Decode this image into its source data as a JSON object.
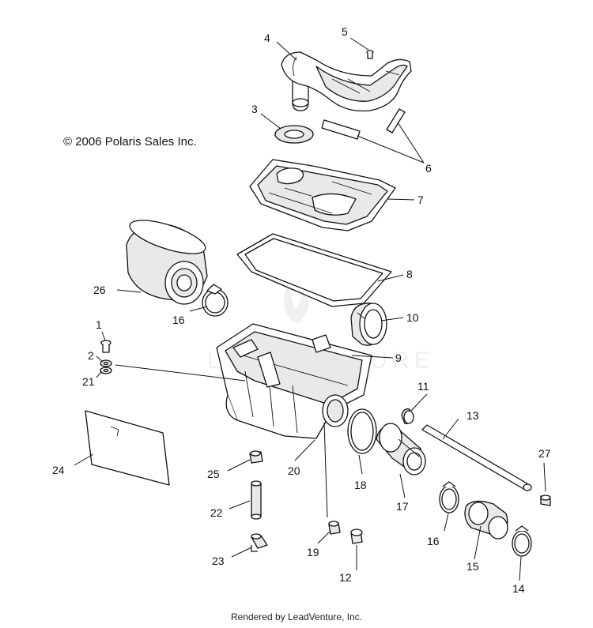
{
  "copyright": "© 2006 Polaris Sales Inc.",
  "footer": "Rendered by LeadVenture, Inc.",
  "watermark": "LEADVENTURE",
  "callouts": {
    "c1": "1",
    "c2": "2",
    "c3": "3",
    "c4": "4",
    "c5": "5",
    "c6": "6",
    "c7": "7",
    "c8": "8",
    "c9": "9",
    "c10": "10",
    "c11": "11",
    "c12": "12",
    "c13": "13",
    "c14": "14",
    "c15": "15",
    "c16a": "16",
    "c16b": "16",
    "c17": "17",
    "c18": "18",
    "c19": "19",
    "c20": "20",
    "c21": "21",
    "c22": "22",
    "c23": "23",
    "c24": "24",
    "c25": "25",
    "c26": "26",
    "c27": "27"
  },
  "parts": [
    {
      "key": "c1",
      "name": "screw"
    },
    {
      "key": "c2",
      "name": "washer"
    },
    {
      "key": "c3",
      "name": "seal-ring"
    },
    {
      "key": "c4",
      "name": "intake-duct"
    },
    {
      "key": "c5",
      "name": "screw"
    },
    {
      "key": "c6",
      "name": "foam-strip"
    },
    {
      "key": "c7",
      "name": "airbox-cover"
    },
    {
      "key": "c8",
      "name": "cover-gasket"
    },
    {
      "key": "c9",
      "name": "airbox-assembly"
    },
    {
      "key": "c10",
      "name": "outlet-adapter"
    },
    {
      "key": "c11",
      "name": "grommet"
    },
    {
      "key": "c12",
      "name": "bushing"
    },
    {
      "key": "c13",
      "name": "drain-tube"
    },
    {
      "key": "c14",
      "name": "hose-clamp"
    },
    {
      "key": "c15",
      "name": "boot"
    },
    {
      "key": "c16",
      "name": "hose-clamp"
    },
    {
      "key": "c17",
      "name": "outlet-boot"
    },
    {
      "key": "c18",
      "name": "o-ring"
    },
    {
      "key": "c19",
      "name": "grommet"
    },
    {
      "key": "c20",
      "name": "airbox-base"
    },
    {
      "key": "c21",
      "name": "washer"
    },
    {
      "key": "c22",
      "name": "drain-hose"
    },
    {
      "key": "c23",
      "name": "check-valve"
    },
    {
      "key": "c24",
      "name": "heat-shield"
    },
    {
      "key": "c25",
      "name": "clip"
    },
    {
      "key": "c26",
      "name": "air-filter"
    },
    {
      "key": "c27",
      "name": "cap"
    }
  ]
}
